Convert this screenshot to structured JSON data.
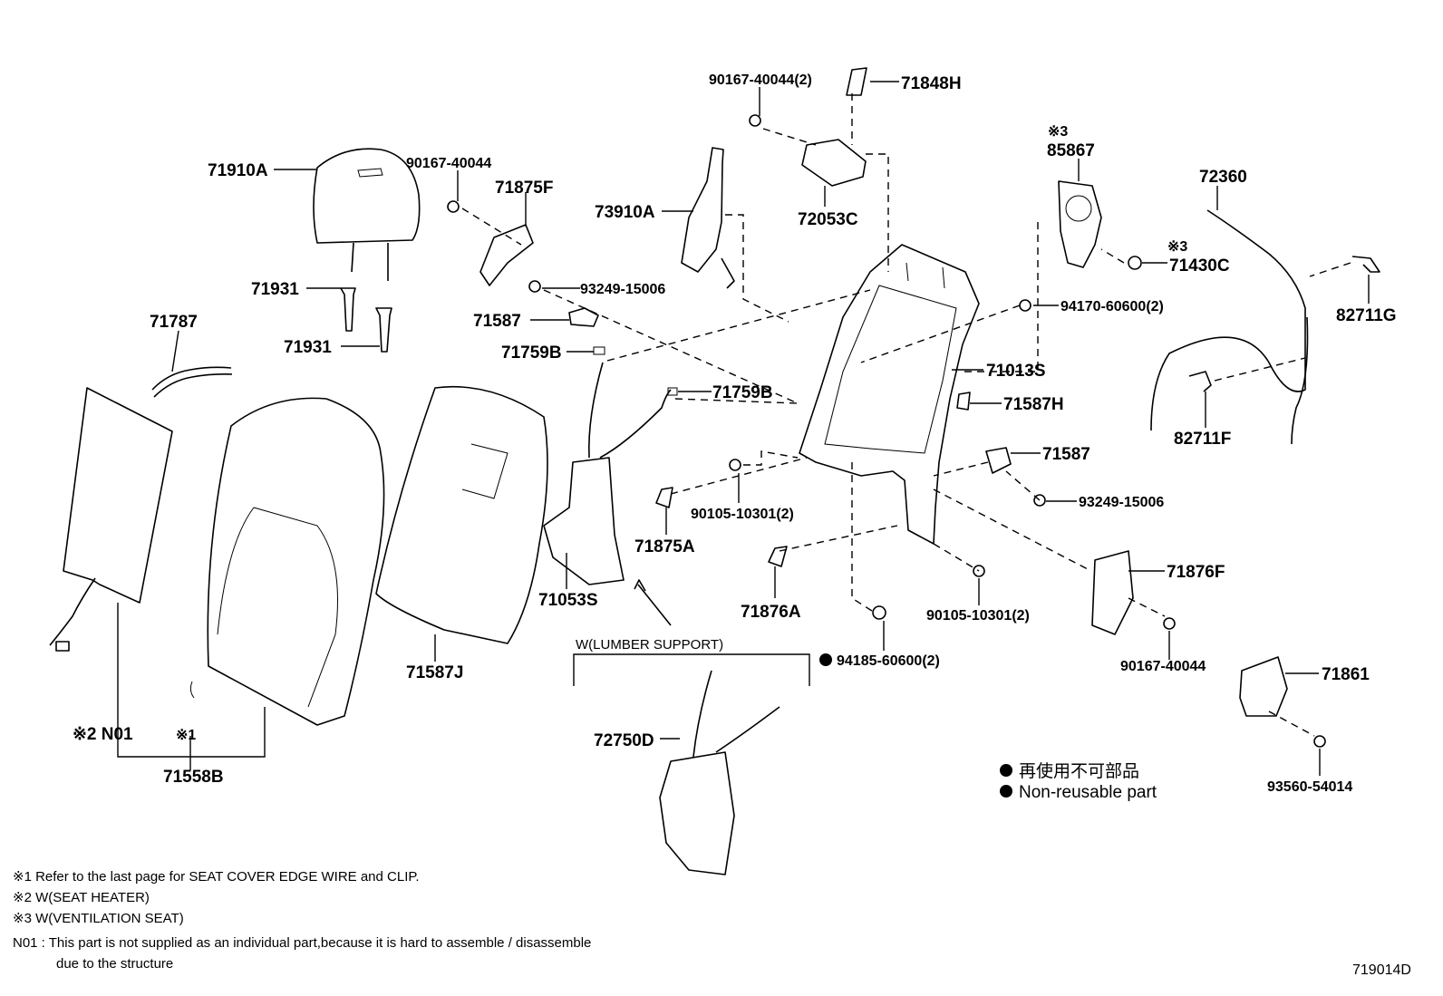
{
  "diagram_code": "719014D",
  "labels": {
    "p71910A": "71910A",
    "p90167_40044_a": "90167-40044",
    "p71875F": "71875F",
    "p73910A": "73910A",
    "p90167_40044_2": "90167-40044(2)",
    "p71848H": "71848H",
    "p72053C": "72053C",
    "mark3_a": "※3",
    "p85867": "85867",
    "p72360": "72360",
    "mark3_b": "※3",
    "p71430C": "71430C",
    "p82711G": "82711G",
    "p94170": "94170-60600(2)",
    "p71931_a": "71931",
    "p93249_15006_a": "93249-15006",
    "p71587_a": "71587",
    "p71931_b": "71931",
    "p71787": "71787",
    "p71759B_a": "71759B",
    "p71013S": "71013S",
    "p82711F": "82711F",
    "p71759B_b": "71759B",
    "p71587H": "71587H",
    "p71587_b": "71587",
    "p93249_15006_b": "93249-15006",
    "p90105_a": "90105-10301(2)",
    "p71875A": "71875A",
    "p71053S": "71053S",
    "p71876F": "71876F",
    "p71876A": "71876A",
    "p90105_b": "90105-10301(2)",
    "p94185": "94185-60600(2)",
    "p90167_40044_b": "90167-40044",
    "p71861": "71861",
    "p71587J": "71587J",
    "lumbar": "W(LUMBER  SUPPORT)",
    "p72750D": "72750D",
    "n01": "※2 N01",
    "mark1": "※1",
    "p71558B": "71558B",
    "p93560": "93560-54014"
  },
  "legend": {
    "jp": "再使用不可部品",
    "en": "Non-reusable part"
  },
  "notes": [
    "※1  Refer to the last page for SEAT COVER EDGE WIRE and CLIP.",
    "※2  W(SEAT  HEATER)",
    "※3  W(VENTILATION  SEAT)",
    "N01 : This part is not supplied as an individual part,because it is hard to assemble / disassemble",
    "due to the structure"
  ]
}
